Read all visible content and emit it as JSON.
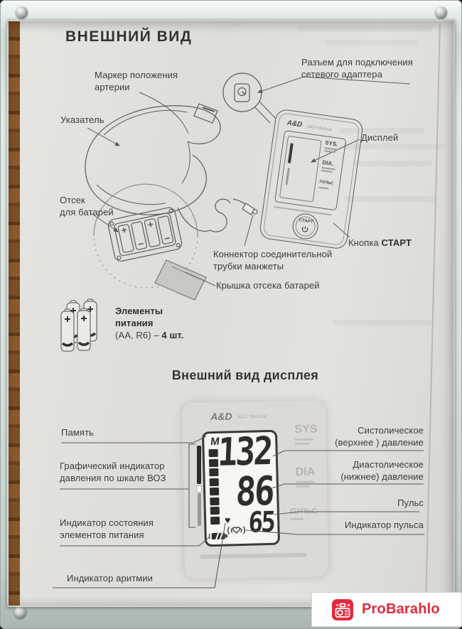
{
  "page": {
    "title": "ВНЕШНИЙ ВИД",
    "display_section_title": "Внешний вид дисплея"
  },
  "device_diagram": {
    "labels": {
      "artery_marker": [
        "Маркер положения",
        "артерии"
      ],
      "pointer": "Указатель",
      "adapter_jack": [
        "Разъем для подключения",
        "сетевого адаптера"
      ],
      "display": "Дисплей",
      "start_button_prefix": "Кнопка",
      "start_button_name": "СТАРТ",
      "battery_compartment": [
        "Отсек",
        "для батарей"
      ],
      "tube_connector": [
        "Коннектор соединительной",
        "трубки  манжеты"
      ],
      "battery_cover": "Крышка отсека батарей"
    },
    "device_face": {
      "brand": "A&D",
      "brand_sub": "A&D Medical",
      "sys": "SYS.",
      "dia": "DIA.",
      "pulse": "ПУЛЬС",
      "start_button": "СТАРТ"
    },
    "batteries_caption": {
      "line1": "Элементы",
      "line2": "питания",
      "line3_regular": "(AA, R6) – ",
      "line3_bold": "4 шт."
    }
  },
  "display_diagram": {
    "labels": {
      "memory": "Память",
      "who_scale": [
        "Графический индикатор",
        "давления по шкале ВОЗ"
      ],
      "battery_status": [
        "Индикатор состояния",
        "элементов питания"
      ],
      "arrhythmia": "Индикатор аритмии",
      "systolic": [
        "Систолическое",
        "(верхнее ) давление"
      ],
      "diastolic": [
        "Диастолическое",
        "(нижнее) давление"
      ],
      "pulse": "Пульс",
      "pulse_indicator": "Индикатор пульса"
    },
    "lcd": {
      "memory_symbol": "M",
      "systolic_value": "132",
      "diastolic_value": "86",
      "pulse_value": "65"
    },
    "faceplate": {
      "brand": "A&D",
      "brand_sub": "A&D Medical",
      "sys": "SYS",
      "dia": "DIA",
      "pulse": "ПУЛЬС"
    }
  },
  "watermark": {
    "brand": "ProBarahlo"
  },
  "icons": {
    "watermark_icon": "camera-badge-icon",
    "adapter_icon": "power-jack-icon",
    "start_power_icon": "power-icon",
    "lcd_heart_icon": "heart-icon",
    "lcd_battery_icon": "battery-icon",
    "lcd_pulse_icon": "pulse-heart-icon"
  },
  "colors": {
    "ink": "#3d3d3d",
    "paper": "#e2e0dc",
    "frame": "#d5e0db",
    "watermark_red": "#e5293d"
  }
}
